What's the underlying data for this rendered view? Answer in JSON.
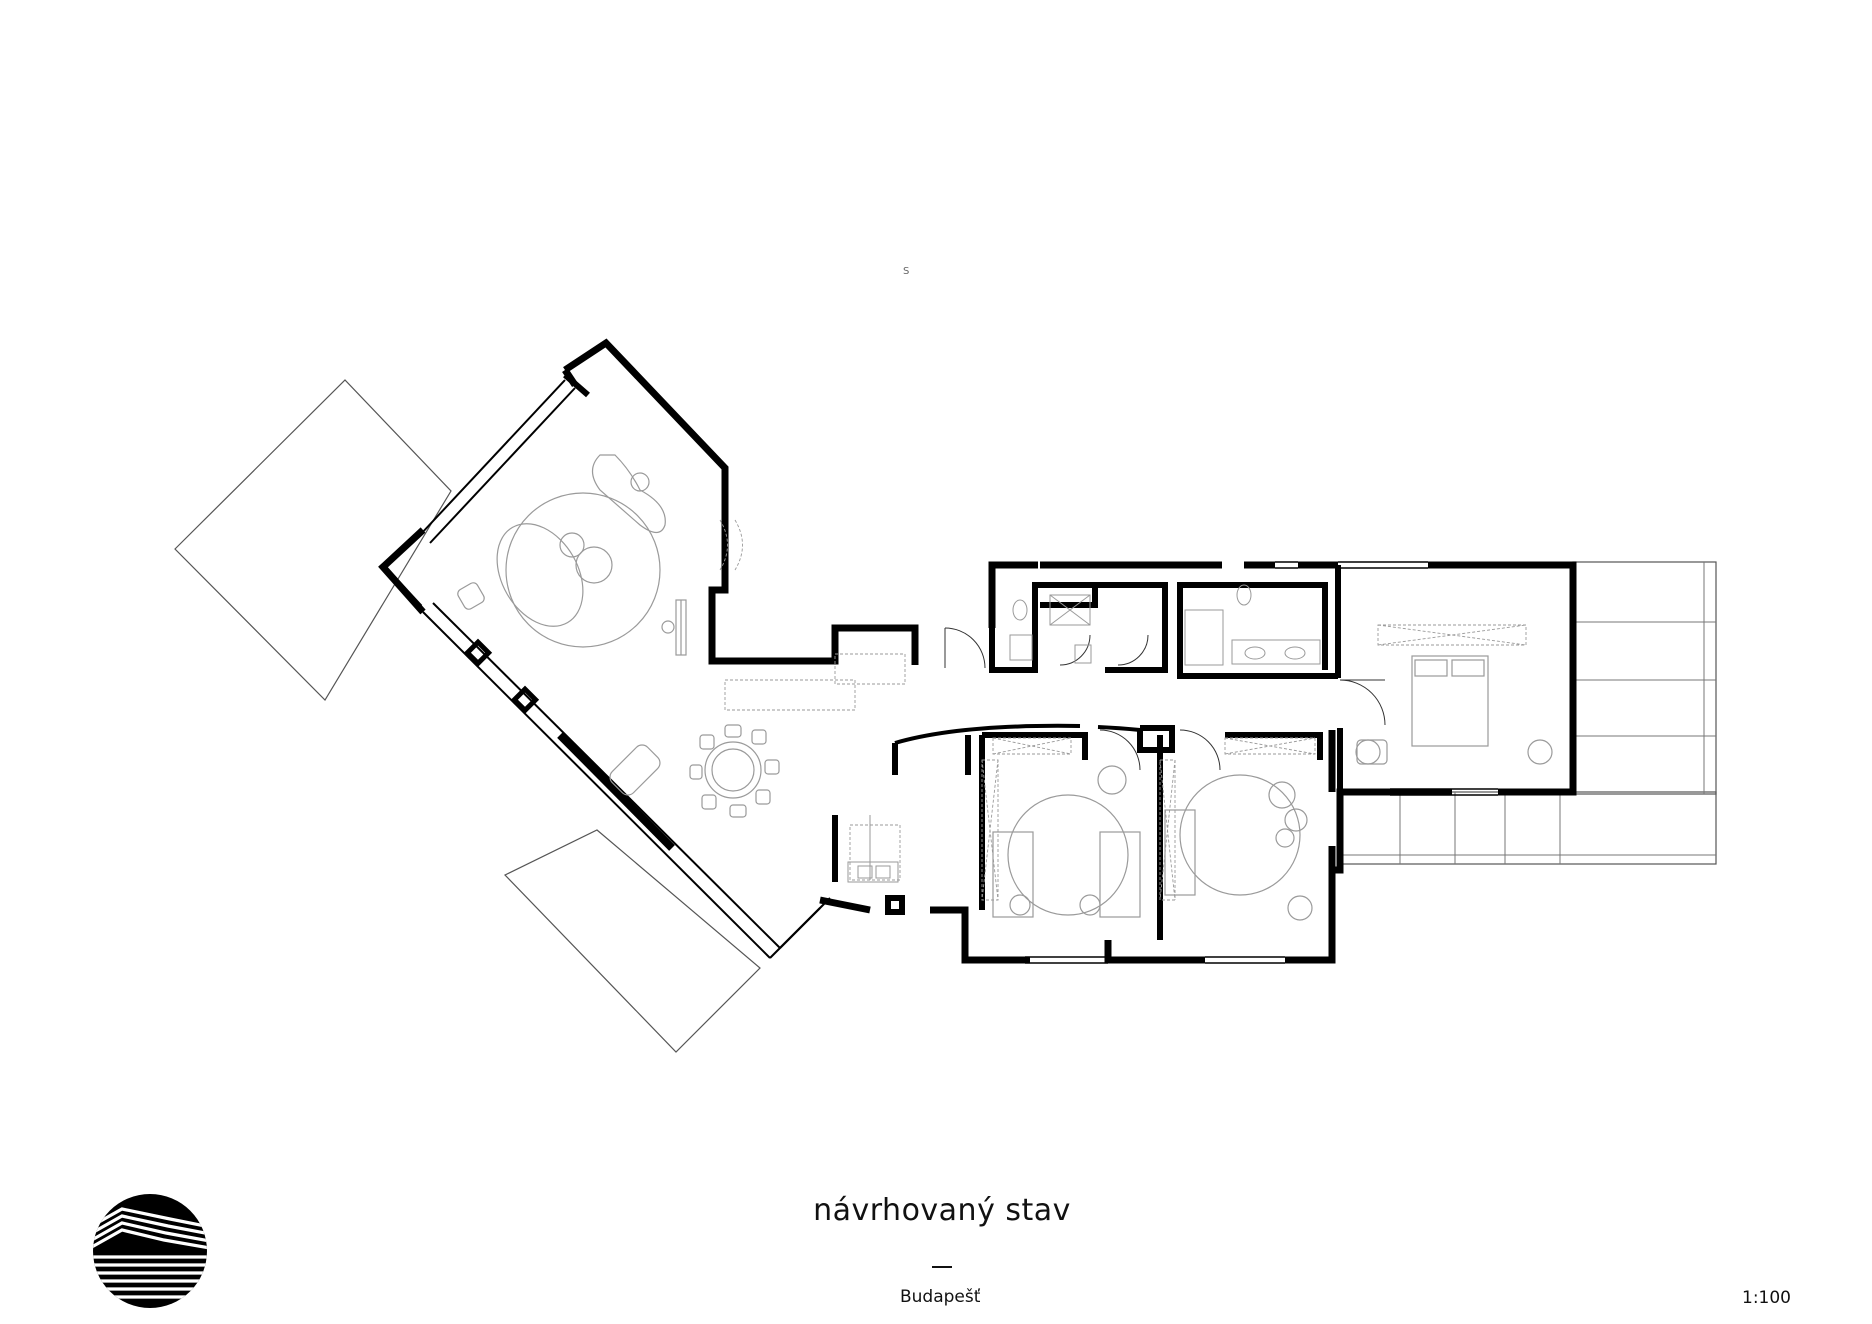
{
  "drawing": {
    "title": "návrhovaný stav",
    "location": "Budapešť",
    "scale": "1:100",
    "north_mark": "S"
  },
  "logo": {
    "name": "studio-logo"
  },
  "colors": {
    "wall": "#000000",
    "line": "#222222",
    "furniture": "#9a9a9a",
    "terrace": "#555555"
  }
}
